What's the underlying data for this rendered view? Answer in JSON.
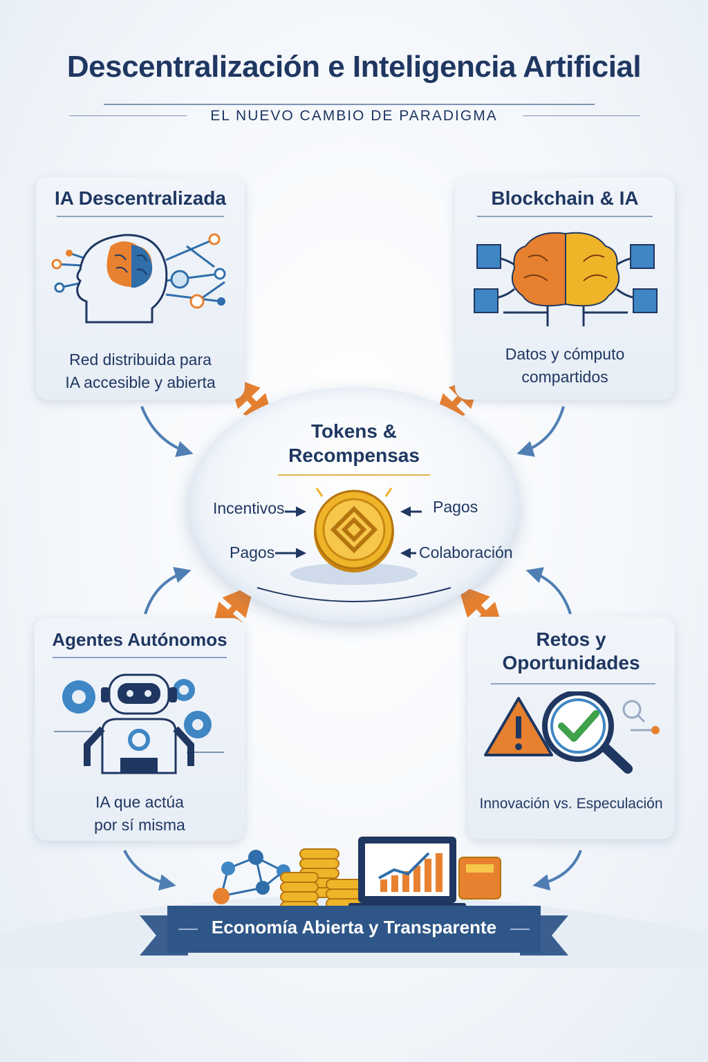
{
  "header": {
    "title": "Descentralización e Inteligencia Artificial",
    "subtitle": "EL NUEVO CAMBIO DE PARADIGMA"
  },
  "cards": {
    "ia_descentralizada": {
      "title": "IA Descentralizada",
      "desc_line1": "Red distribuida para",
      "desc_line2": "IA accesible y abierta"
    },
    "blockchain_ia": {
      "title": "Blockchain & IA",
      "desc_line1": "Datos y cómputo",
      "desc_line2": "compartidos"
    },
    "agentes": {
      "title": "Agentes Autónomos",
      "desc_line1": "IA que actúa",
      "desc_line2": "por sí misma"
    },
    "retos": {
      "title_line1": "Retos y",
      "title_line2": "Oportunidades",
      "desc_line1": "Innovación vs. Especulación"
    }
  },
  "center": {
    "title_line1": "Tokens &",
    "title_line2": "Recompensas",
    "labels": {
      "top_left": "Incentivos",
      "top_right": "Pagos",
      "bottom_left": "Pagos",
      "bottom_right": "Colaboración"
    }
  },
  "banner": {
    "text": "Economía Abierta y Transparente"
  },
  "colors": {
    "navy": "#1f3761",
    "accent_orange": "#e8812f",
    "accent_blue": "#2f6eaa",
    "coin_gold": "#f0b429"
  }
}
